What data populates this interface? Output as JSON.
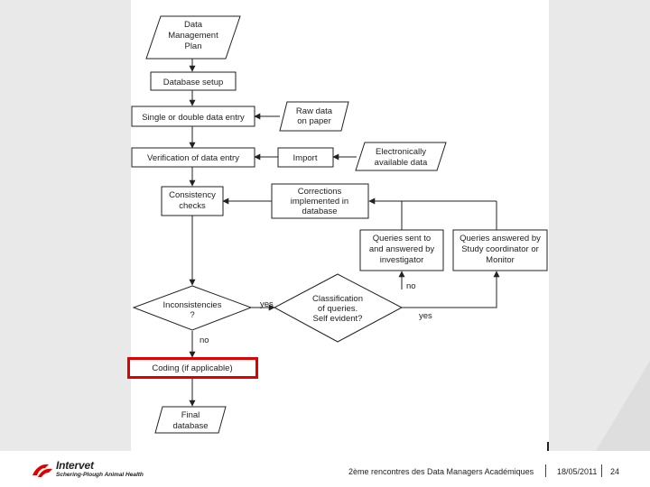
{
  "diagram": {
    "nodes": {
      "dmp": [
        "Data",
        "Management",
        "Plan"
      ],
      "db_setup": [
        "Database setup"
      ],
      "entry": [
        "Single or double data entry"
      ],
      "raw": [
        "Raw data",
        "on paper"
      ],
      "verif": [
        "Verification of data entry"
      ],
      "import": [
        "Import"
      ],
      "elec": [
        "Electronically",
        "available data"
      ],
      "consist": [
        "Consistency",
        "checks"
      ],
      "corr": [
        "Corrections",
        "implemented in",
        "database"
      ],
      "qinv": [
        "Queries sent to",
        "and answered by",
        "investigator"
      ],
      "qstudy": [
        "Queries answered by",
        "Study coordinator or",
        "Monitor"
      ],
      "incons": [
        "Inconsistencies",
        "?"
      ],
      "classif": [
        "Classification",
        "of queries.",
        "Self evident?"
      ],
      "coding": [
        "Coding (if applicable)"
      ],
      "final": [
        "Final",
        "database"
      ]
    },
    "edge_labels": {
      "yes1": "yes",
      "no1": "no",
      "no2": "no",
      "yes2": "yes"
    }
  },
  "footer": {
    "event": "2ème rencontres des Data Managers Académiques",
    "date": "18/05/2011",
    "page": "24"
  },
  "logo": {
    "name": "Intervet",
    "subtitle": "Schering-Plough Animal Health",
    "brand_color": "#e10000"
  }
}
